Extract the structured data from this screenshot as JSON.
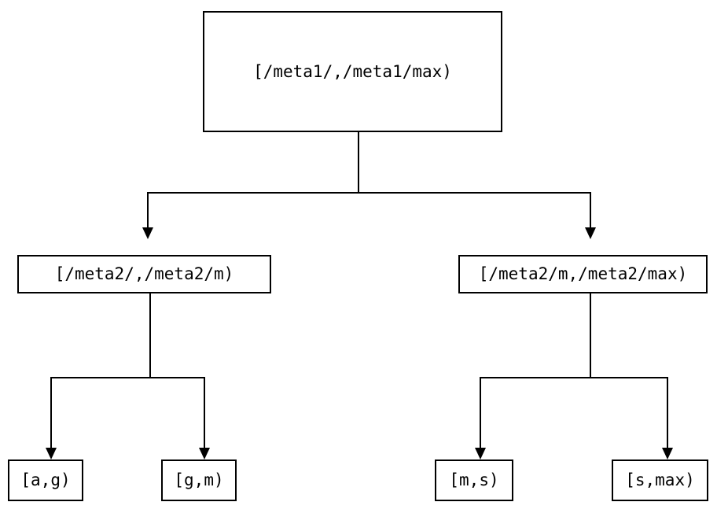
{
  "diagram": {
    "type": "tree",
    "title": "",
    "background_color": "#ffffff",
    "stroke_color": "#000000",
    "nodes": {
      "root": {
        "label": "[/meta1/,/meta1/max)"
      },
      "mid_left": {
        "label": "[/meta2/,/meta2/m)"
      },
      "mid_right": {
        "label": "[/meta2/m,/meta2/max)"
      },
      "leaf_1": {
        "label": "[a,g)"
      },
      "leaf_2": {
        "label": "[g,m)"
      },
      "leaf_3": {
        "label": "[m,s)"
      },
      "leaf_4": {
        "label": "[s,max)"
      }
    },
    "edges": [
      {
        "from": "root",
        "to": "mid_left",
        "arrow": "down"
      },
      {
        "from": "root",
        "to": "mid_right",
        "arrow": "down"
      },
      {
        "from": "mid_left",
        "to": "leaf_1",
        "arrow": "down"
      },
      {
        "from": "mid_left",
        "to": "leaf_2",
        "arrow": "down"
      },
      {
        "from": "mid_right",
        "to": "leaf_3",
        "arrow": "down"
      },
      {
        "from": "mid_right",
        "to": "leaf_4",
        "arrow": "down"
      }
    ]
  }
}
